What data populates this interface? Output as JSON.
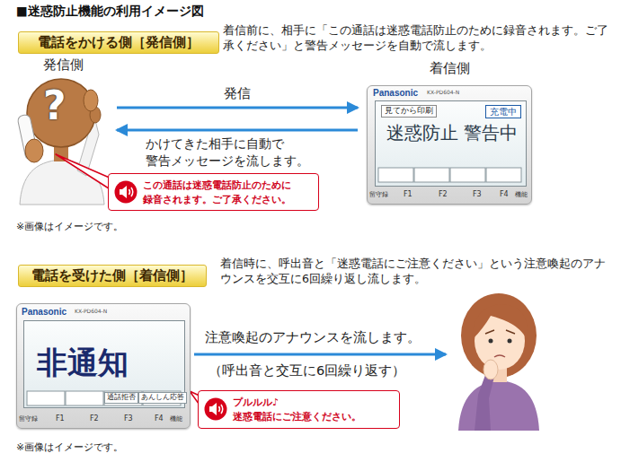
{
  "diagram": {
    "title": "■迷惑防止機能の利用イメージ図",
    "nodes": [
      {
        "text": [
          "電話をかける側［発信側］"
        ]
      },
      {
        "text": [
          "発信側"
        ]
      },
      {
        "text": [
          "着信側",
          "Panasonic",
          "KX-PD604-N"
        ]
      },
      {
        "text": [
          "見てから印刷",
          "充電中",
          "迷惑防止 警告中"
        ],
        "in": 2
      },
      {
        "text": [
          "この通話は迷惑電話防止のために 録音されます。ご了承ください。"
        ]
      },
      {
        "text": [
          "電話を受けた側［着信側］"
        ]
      },
      {
        "text": [
          "Panasonic",
          "KX-PD604-N"
        ]
      },
      {
        "text": [
          "非通知"
        ],
        "in": 6
      },
      {
        "text": [
          "プルルル♪ 迷惑電話にご注意ください。"
        ]
      }
    ],
    "edges": [
      {
        "from": 1,
        "to": 2,
        "arrow": "to",
        "label": "発信"
      },
      {
        "from": 2,
        "to": 1,
        "arrow": "to",
        "label": "かけてきた相手に自動で 警告メッセージを流します。"
      }
    ],
    "labels": [
      "着信前に、相手に「この通話は迷惑電話防止のために録音されます。ご了承ください」と警告メッセージを自動で流します。",
      "?",
      "留守録",
      "F1",
      "F2",
      "F3",
      "F4",
      "機能",
      "※画像はイメージです。",
      "着信時に、呼出音と「迷惑電話にご注意ください」という注意喚起のアナウンスを交互に6回繰り返し流します。",
      "通話拒否",
      "あんしん応答",
      "留守録",
      "F1",
      "F2",
      "F3",
      "F4",
      "機能",
      "注意喚起のアナウンスを流します。",
      "（呼出音と交互に6回繰り返す）",
      "※画像はイメージです。"
    ]
  }
}
